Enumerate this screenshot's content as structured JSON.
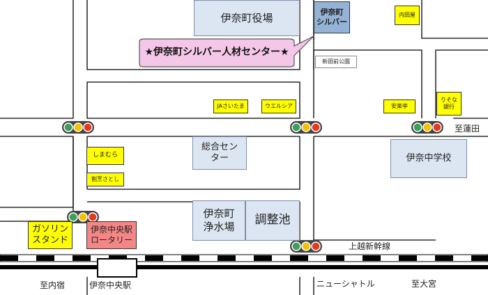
{
  "landmarks": {
    "town_hall": "伊奈町役場",
    "silver_short_1": "伊奈町",
    "silver_short_2": "シルバー",
    "uchidaya": "内田屋",
    "callout": "★伊奈町シルバー人材センター★",
    "shinden_park": "新田前公園",
    "ja": "JAさいたま",
    "welcia": "ウエルシア",
    "anrakutei": "安楽亭",
    "resona_1": "りそな",
    "resona_2": "銀行",
    "sogo_1": "総合セン",
    "sogo_2": "ター",
    "junior_high": "伊奈中学校",
    "shimamura": "しまむら",
    "warikanisatoshi": "割烹さとし",
    "gas_1": "ガソリン",
    "gas_2": "スタンド",
    "rotary_1": "伊奈中央駅",
    "rotary_2": "ロータリー",
    "water_plant_1": "伊奈町",
    "water_plant_2": "浄水場",
    "pond": "調整池",
    "shinkansen": "上越新幹線",
    "station": "伊奈中央駅",
    "new_shuttle": "ニューシャトル"
  },
  "directions": {
    "hasuda": "至蓮田",
    "uchijuku": "至内宿",
    "omiya": "至大宮"
  },
  "colors": {
    "signal_green": "#3aa05a",
    "signal_yellow": "#f2c200",
    "signal_red": "#e23a1e",
    "callout_pink": "#f4c6e8",
    "block_blue": "#dce6f2",
    "block_yellow": "#ffff00",
    "block_red": "#f48686",
    "block_darkblue": "#95b3d7"
  },
  "icons": {
    "traffic_signal": "traffic-signal-icon"
  }
}
